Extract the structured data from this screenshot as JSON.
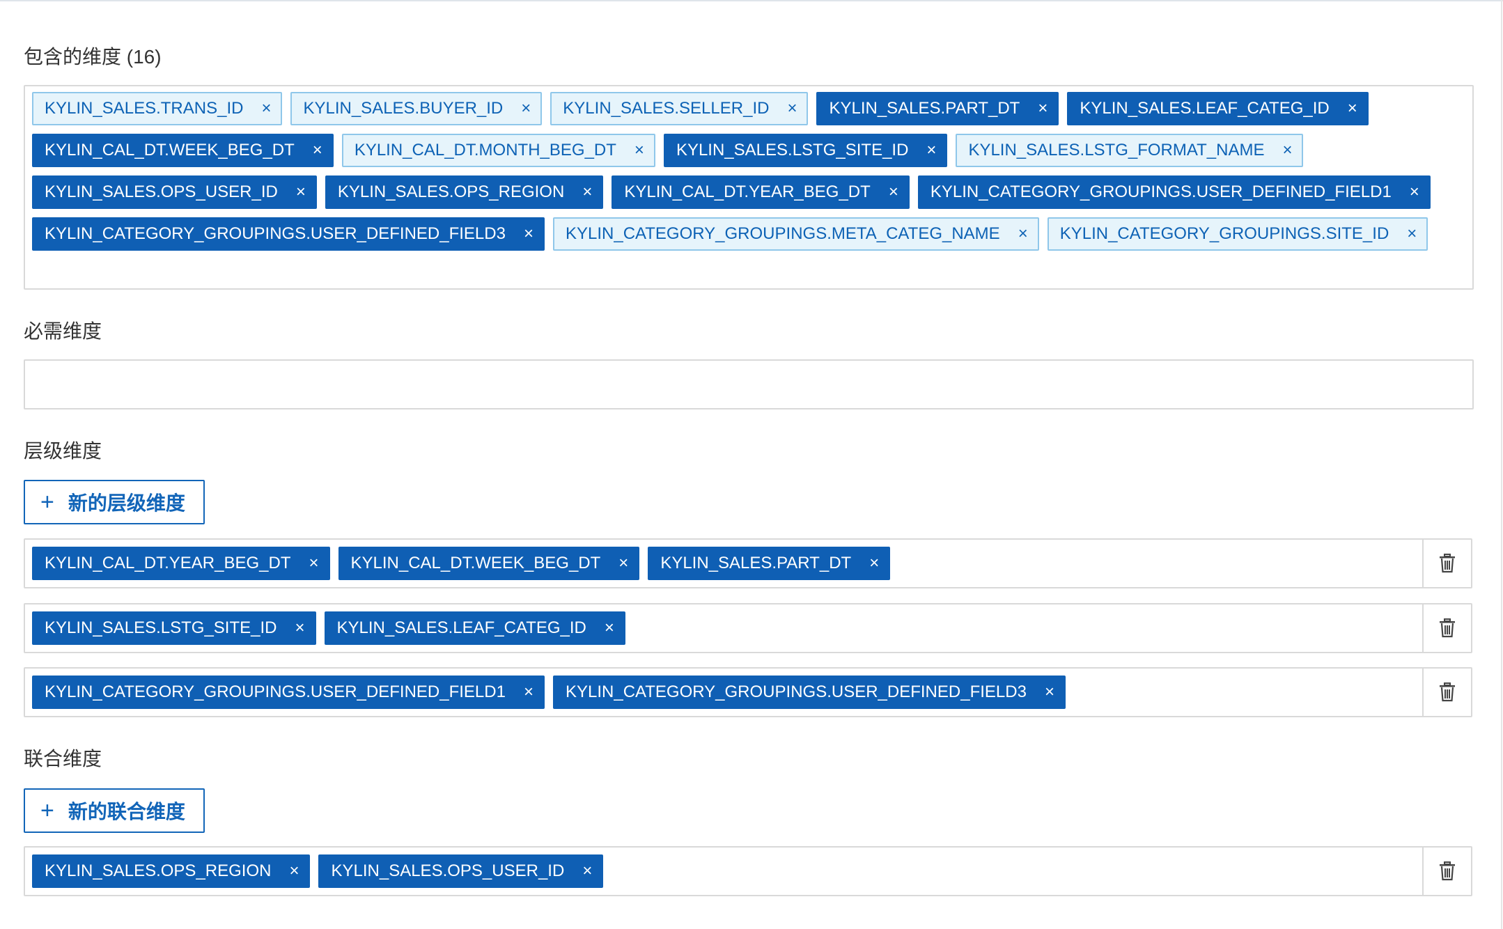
{
  "included": {
    "label": "包含的维度 (16)",
    "tags": [
      {
        "text": "KYLIN_SALES.TRANS_ID",
        "style": "opt"
      },
      {
        "text": "KYLIN_SALES.BUYER_ID",
        "style": "opt"
      },
      {
        "text": "KYLIN_SALES.SELLER_ID",
        "style": "opt"
      },
      {
        "text": "KYLIN_SALES.PART_DT",
        "style": "sel"
      },
      {
        "text": "KYLIN_SALES.LEAF_CATEG_ID",
        "style": "sel"
      },
      {
        "text": "KYLIN_CAL_DT.WEEK_BEG_DT",
        "style": "sel"
      },
      {
        "text": "KYLIN_CAL_DT.MONTH_BEG_DT",
        "style": "opt"
      },
      {
        "text": "KYLIN_SALES.LSTG_SITE_ID",
        "style": "sel"
      },
      {
        "text": "KYLIN_SALES.LSTG_FORMAT_NAME",
        "style": "opt"
      },
      {
        "text": "KYLIN_SALES.OPS_USER_ID",
        "style": "sel"
      },
      {
        "text": "KYLIN_SALES.OPS_REGION",
        "style": "sel"
      },
      {
        "text": "KYLIN_CAL_DT.YEAR_BEG_DT",
        "style": "sel"
      },
      {
        "text": "KYLIN_CATEGORY_GROUPINGS.USER_DEFINED_FIELD1",
        "style": "sel"
      },
      {
        "text": "KYLIN_CATEGORY_GROUPINGS.USER_DEFINED_FIELD3",
        "style": "sel"
      },
      {
        "text": "KYLIN_CATEGORY_GROUPINGS.META_CATEG_NAME",
        "style": "opt"
      },
      {
        "text": "KYLIN_CATEGORY_GROUPINGS.SITE_ID",
        "style": "opt"
      }
    ]
  },
  "mandatory": {
    "label": "必需维度",
    "tags": []
  },
  "hierarchy": {
    "label": "层级维度",
    "add_label": "新的层级维度",
    "rows": [
      [
        "KYLIN_CAL_DT.YEAR_BEG_DT",
        "KYLIN_CAL_DT.WEEK_BEG_DT",
        "KYLIN_SALES.PART_DT"
      ],
      [
        "KYLIN_SALES.LSTG_SITE_ID",
        "KYLIN_SALES.LEAF_CATEG_ID"
      ],
      [
        "KYLIN_CATEGORY_GROUPINGS.USER_DEFINED_FIELD1",
        "KYLIN_CATEGORY_GROUPINGS.USER_DEFINED_FIELD3"
      ]
    ]
  },
  "joint": {
    "label": "联合维度",
    "add_label": "新的联合维度",
    "rows": [
      [
        "KYLIN_SALES.OPS_REGION",
        "KYLIN_SALES.OPS_USER_ID"
      ]
    ]
  },
  "icons": {
    "remove": "close-icon",
    "delete": "trash-icon",
    "add": "plus-icon"
  },
  "colors": {
    "selected_tag_bg": "#0f5fb4",
    "option_tag_bg": "#e6f4fb",
    "accent": "#1265b8"
  }
}
